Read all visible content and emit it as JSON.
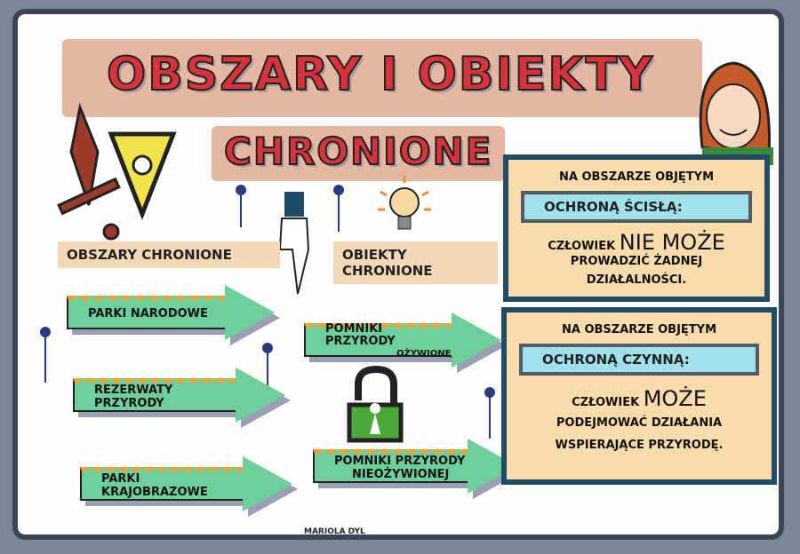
{
  "title": {
    "line1": "OBSZARY I OBIEKTY",
    "line2": "CHRONIONE"
  },
  "labels": {
    "areas": "OBSZARY CHRONIONE",
    "objects": "OBIEKTY CHRONIONE"
  },
  "areas": [
    {
      "label": "PARKI NARODOWE"
    },
    {
      "label": "REZERWATY PRZYRODY"
    },
    {
      "label": "PARKI KRAJOBRAZOWE"
    }
  ],
  "objects": [
    {
      "label": "POMNIKI PRZYRODY",
      "sub": "OŻYWIONEJ"
    },
    {
      "label": "POMNIKI PRZYRODY",
      "sub": "NIEOŻYWIONEJ"
    }
  ],
  "strict": {
    "intro": "NA OBSZARZE OBJĘTYM",
    "type": "OCHRONĄ ŚCISŁĄ:",
    "subject": "CZŁOWIEK",
    "modal": "NIE MOŻE",
    "line1": "PROWADZIĆ ŻADNEJ",
    "line2": "DZIAŁALNOŚCI."
  },
  "active": {
    "intro": "NA OBSZARZE OBJĘTYM",
    "type": "OCHRONĄ CZYNNĄ:",
    "subject": "CZŁOWIEK",
    "modal": "MOŻE",
    "line1": "PODEJMOWAĆ DZIAŁANIA",
    "line2": "WSPIERAJĄCE PRZYRODĘ."
  },
  "signature": "MARIOLA DYL",
  "colors": {
    "title": "#d8323a",
    "arrow": "#6fcf9b",
    "box": "#f8dcab",
    "highlight": "#9fe0ea",
    "frame": "#1f4d67"
  }
}
